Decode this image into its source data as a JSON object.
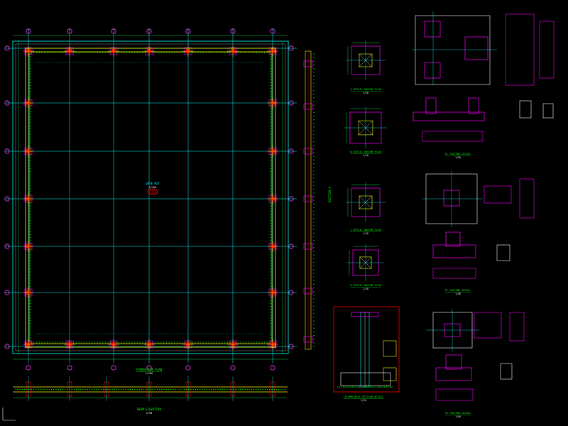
{
  "canvas": {
    "background": "#000000"
  },
  "colors": {
    "grid": "#00ffff",
    "wall": "#ffff00",
    "column": "#ff0000",
    "rebar": "#ff00ff",
    "bubble": "#ff44ff",
    "white": "#ffffff",
    "green": "#00ff00",
    "dim": "#00ff66"
  },
  "plan": {
    "center_label": "GATE PIT",
    "center_sub": "1/100",
    "bottom_title": "FOUNDATION PLAN",
    "bottom_scale": "1/100",
    "elevation_title": "BEAM ELEVATION",
    "elevation_scale": "1/50",
    "side_label": "SECTION A"
  },
  "details": [
    {
      "id": "A",
      "title": "A DETAIL ANCHOR PLAN",
      "scale": "1/10"
    },
    {
      "id": "B",
      "title": "B DETAIL ANCHOR PLAN",
      "scale": "1/10"
    },
    {
      "id": "C",
      "title": "C DETAIL ANCHOR PLAN",
      "scale": "1/10"
    },
    {
      "id": "D",
      "title": "D DETAIL ANCHOR PLAN",
      "scale": "1/10"
    }
  ],
  "column_section": {
    "title": "COLUMN BASE SECTION DETAIL",
    "scale": "1/20"
  },
  "footings": [
    {
      "id": "F1",
      "title": "F1 FOOTING DETAIL",
      "scale": "1/50"
    },
    {
      "id": "F2",
      "title": "F2 FOOTING DETAIL",
      "scale": "1/50"
    },
    {
      "id": "F3",
      "title": "F3 FOOTING DETAIL",
      "scale": "1/50"
    }
  ]
}
